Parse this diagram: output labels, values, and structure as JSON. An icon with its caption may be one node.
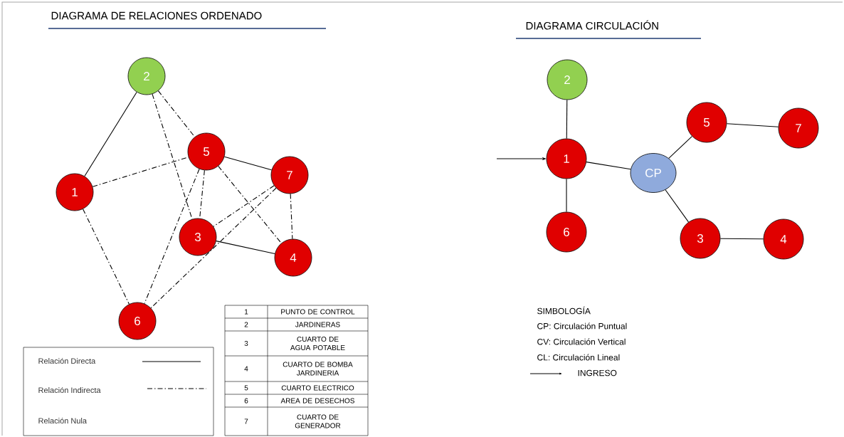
{
  "diagram": {
    "title": "DIAGRAMA DE RELACIONES ORDENADO",
    "nodes": [
      {
        "text": [
          "1"
        ]
      },
      {
        "text": [
          "2"
        ]
      },
      {
        "text": [
          "3"
        ]
      },
      {
        "text": [
          "4"
        ]
      },
      {
        "text": [
          "5"
        ]
      },
      {
        "text": [
          "6"
        ]
      },
      {
        "text": [
          "7"
        ]
      },
      {
        "text": [
          "1"
        ]
      },
      {
        "text": [
          "2"
        ]
      },
      {
        "text": [
          "3"
        ]
      },
      {
        "text": [
          "4"
        ]
      },
      {
        "text": [
          "5"
        ]
      },
      {
        "text": [
          "6"
        ]
      },
      {
        "text": [
          "7"
        ]
      },
      {
        "text": [
          "CP"
        ]
      }
    ],
    "edges": [
      {
        "from": 1,
        "to": 0,
        "arrow": "none"
      },
      {
        "from": 1,
        "to": 4,
        "arrow": "none",
        "style": "dashed"
      },
      {
        "from": 1,
        "to": 2,
        "arrow": "none",
        "style": "dashed"
      },
      {
        "from": 0,
        "to": 4,
        "arrow": "none",
        "style": "dashed"
      },
      {
        "from": 4,
        "to": 6,
        "arrow": "none"
      },
      {
        "from": 4,
        "to": 2,
        "arrow": "none",
        "style": "dashed"
      },
      {
        "from": 4,
        "to": 3,
        "arrow": "none",
        "style": "dashed"
      },
      {
        "from": 4,
        "to": 5,
        "arrow": "none",
        "style": "dashed"
      },
      {
        "from": 6,
        "to": 2,
        "arrow": "none",
        "style": "dashed"
      },
      {
        "from": 6,
        "to": 5,
        "arrow": "none",
        "style": "dashed"
      },
      {
        "from": 6,
        "to": 3,
        "arrow": "none",
        "style": "dashed"
      },
      {
        "from": 2,
        "to": 3,
        "arrow": "none"
      },
      {
        "from": 0,
        "to": 5,
        "arrow": "none",
        "style": "dashed"
      },
      {
        "from": 8,
        "to": 7,
        "arrow": "none"
      },
      {
        "from": 7,
        "to": 12,
        "arrow": "none"
      },
      {
        "from": 7,
        "to": 14,
        "arrow": "none"
      },
      {
        "from": 14,
        "to": 11,
        "arrow": "none"
      },
      {
        "from": 11,
        "to": 13,
        "arrow": "none"
      },
      {
        "from": 14,
        "to": 9,
        "arrow": "none"
      },
      {
        "from": 9,
        "to": 10,
        "arrow": "none"
      },
      {
        "from": null,
        "to": 7,
        "arrow": "to"
      }
    ],
    "labels": [
      "DIAGRAMA CIRCULACIÓN",
      "1",
      "PUNTO DE CONTROL",
      "2",
      "JARDINERAS",
      "3",
      "CUARTO DE AGUA POTABLE",
      "4",
      "CUARTO DE BOMBA JARDINERIA",
      "5",
      "CUARTO ELECTRICO",
      "6",
      "AREA DE DESECHOS",
      "7",
      "CUARTO DE GENERADOR",
      "SIMBOLOGÍA",
      "CP: Circulación Puntual",
      "CV: Circulación Vertical",
      "CL: Circulación Lineal"
    ],
    "legend": [
      {
        "text": "Relación Directa"
      },
      {
        "text": "Relación Indirecta"
      },
      {
        "text": "Relación Nula"
      },
      {
        "text": "INGRESO"
      }
    ]
  }
}
